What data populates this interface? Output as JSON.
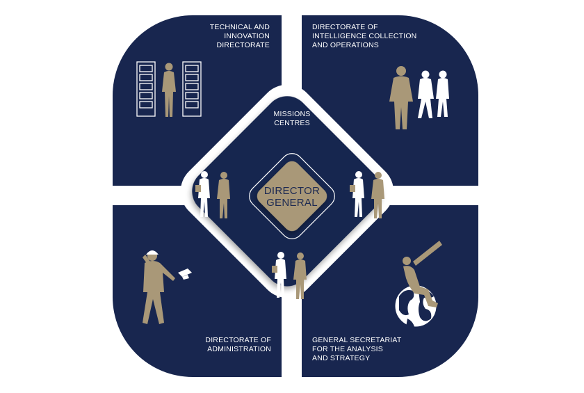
{
  "colors": {
    "navy": "#18264f",
    "gold": "#a99878",
    "white": "#ffffff",
    "background": "#ffffff"
  },
  "directorates": {
    "technical": {
      "line1": "TECHNICAL AND",
      "line2": "INNOVATION",
      "line3": "DIRECTORATE"
    },
    "intelligence": {
      "line1": "DIRECTORATE OF",
      "line2": "INTELLIGENCE COLLECTION",
      "line3": "AND OPERATIONS"
    },
    "administration": {
      "line1": "DIRECTORATE OF",
      "line2": "ADMINISTRATION"
    },
    "secretariat": {
      "line1": "GENERAL SECRETARIAT",
      "line2": "FOR THE ANALYSIS",
      "line3": "AND STRATEGY"
    }
  },
  "missions": {
    "line1": "MISSIONS",
    "line2": "CENTRES"
  },
  "director": {
    "line1": "DIRECTOR",
    "line2": "GENERAL"
  },
  "icons": {
    "technical": "server-racks-person-icon",
    "intelligence": "agents-group-icon",
    "administration": "worker-hardhat-icon",
    "secretariat": "telescope-globe-icon",
    "missions": "people-discussing-icon"
  }
}
